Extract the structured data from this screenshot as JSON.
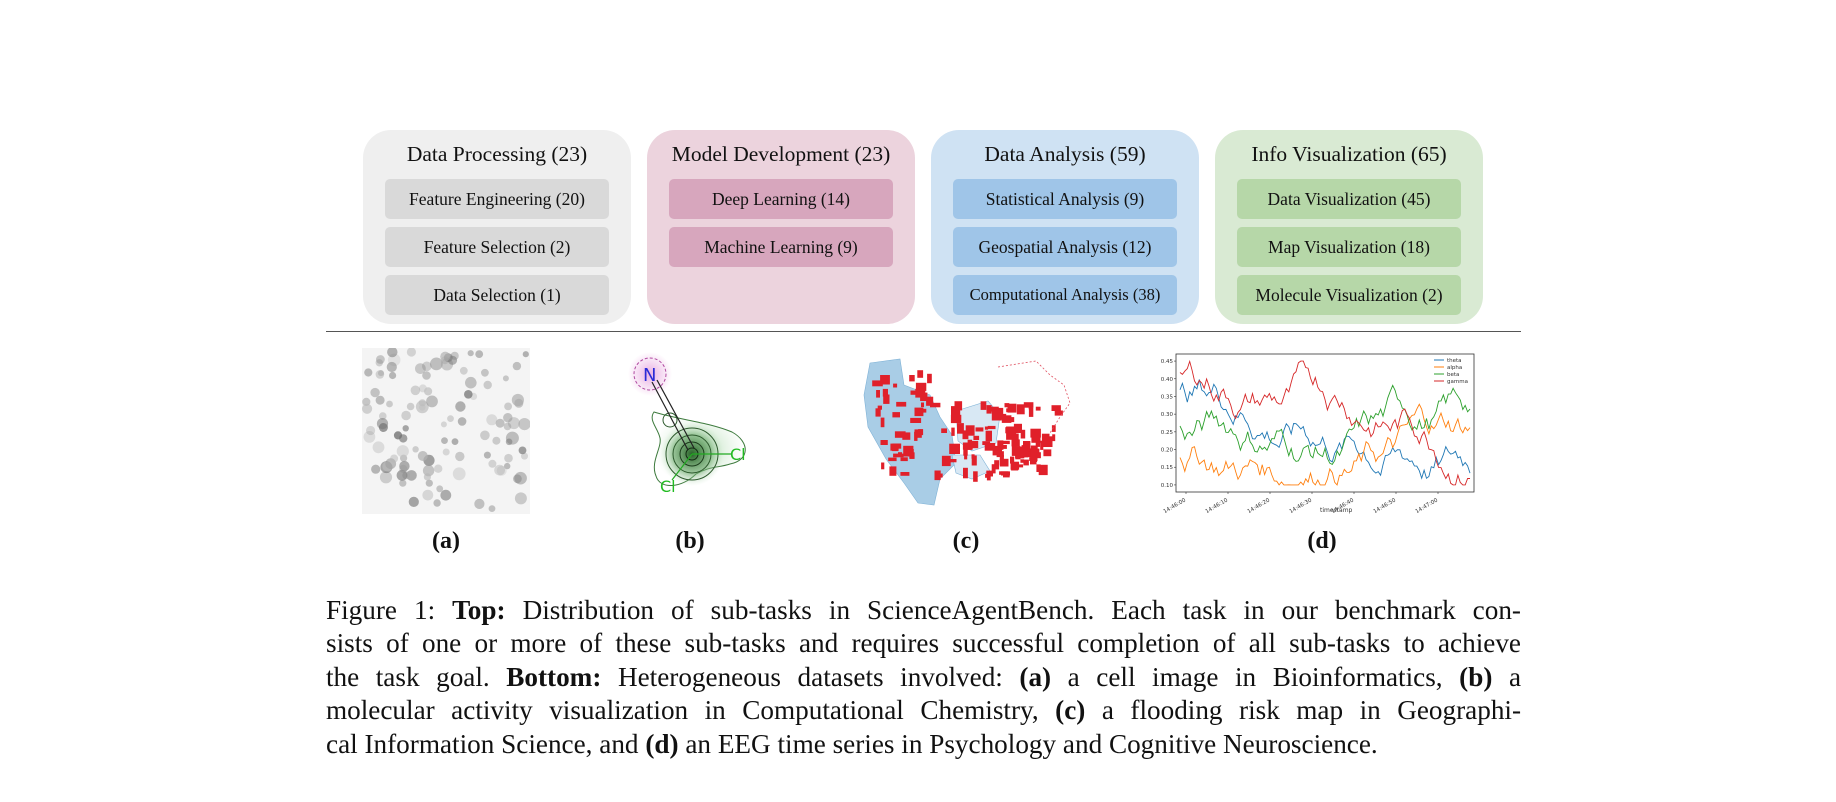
{
  "categories": [
    {
      "title": "Data Processing (23)",
      "bg": "#efefef",
      "pill": "#d9d9d9",
      "items": [
        "Feature Engineering (20)",
        "Feature Selection (2)",
        "Data Selection (1)"
      ]
    },
    {
      "title": "Model Development (23)",
      "bg": "#ecd3dd",
      "pill": "#d7a6bd",
      "items": [
        "Deep Learning (14)",
        "Machine Learning (9)"
      ]
    },
    {
      "title": "Data Analysis (59)",
      "bg": "#cfe2f3",
      "pill": "#9fc5e8",
      "items": [
        "Statistical Analysis (9)",
        "Geospatial Analysis (12)",
        "Computational Analysis (38)"
      ]
    },
    {
      "title": "Info Visualization (65)",
      "bg": "#d9ead3",
      "pill": "#b6d7a8",
      "items": [
        "Data Visualization (45)",
        "Map Visualization (18)",
        "Molecule Visualization (2)"
      ]
    }
  ],
  "subfigures": [
    "(a)",
    "(b)",
    "(c)",
    "(d)"
  ],
  "molecule": {
    "atoms": [
      "N",
      "Cl",
      "Cl"
    ]
  },
  "eeg_chart": {
    "type": "line",
    "legend": [
      "theta",
      "alpha",
      "beta",
      "gamma"
    ],
    "colors": [
      "#1f77b4",
      "#ff7f0e",
      "#2ca02c",
      "#d62728"
    ],
    "yticks": [
      "0.45",
      "0.40",
      "0.35",
      "0.30",
      "0.25",
      "0.20",
      "0.15",
      "0.10"
    ],
    "xticks": [
      "14:46:00",
      "14:46:10",
      "14:46:20",
      "14:46:30",
      "14:46:40",
      "14:46:50",
      "14:47:00"
    ],
    "xlabel": "timestamp"
  },
  "caption": {
    "fig_label": "Figure 1:",
    "top_label": "Top:",
    "top_text_1": "Distribution of sub-tasks in ScienceAgentBench. Each task in our benchmark con-",
    "line2": "sists of one or more of these sub-tasks and requires successful completion of all sub-tasks to achieve",
    "line3_a": "the task goal.",
    "bottom_label": "Bottom:",
    "line3_b": "Heterogeneous datasets involved:",
    "a_label": "(a)",
    "line3_c": "a cell image in Bioinformatics,",
    "b_label": "(b)",
    "line3_d": "a",
    "line4_a": "molecular activity visualization in Computational Chemistry,",
    "c_label": "(c)",
    "line4_b": "a flooding risk map in Geographi-",
    "line5_a": "cal Information Science, and",
    "d_label": "(d)",
    "line5_b": "an EEG time series in Psychology and Cognitive Neuroscience."
  }
}
